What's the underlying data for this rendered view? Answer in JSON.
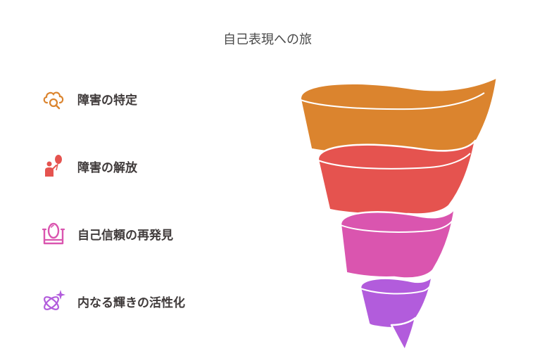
{
  "title": "自己表現への旅",
  "steps": [
    {
      "label": "障害の特定",
      "icon": "cloud-search-icon",
      "color": "#DB842E"
    },
    {
      "label": "障害の解放",
      "icon": "person-balloon-icon",
      "color": "#E5534F"
    },
    {
      "label": "自己信頼の再発見",
      "icon": "mirror-icon",
      "color": "#DA55AF"
    },
    {
      "label": "内なる輝きの活性化",
      "icon": "sparkle-orbit-icon",
      "color": "#B25CDC"
    }
  ]
}
